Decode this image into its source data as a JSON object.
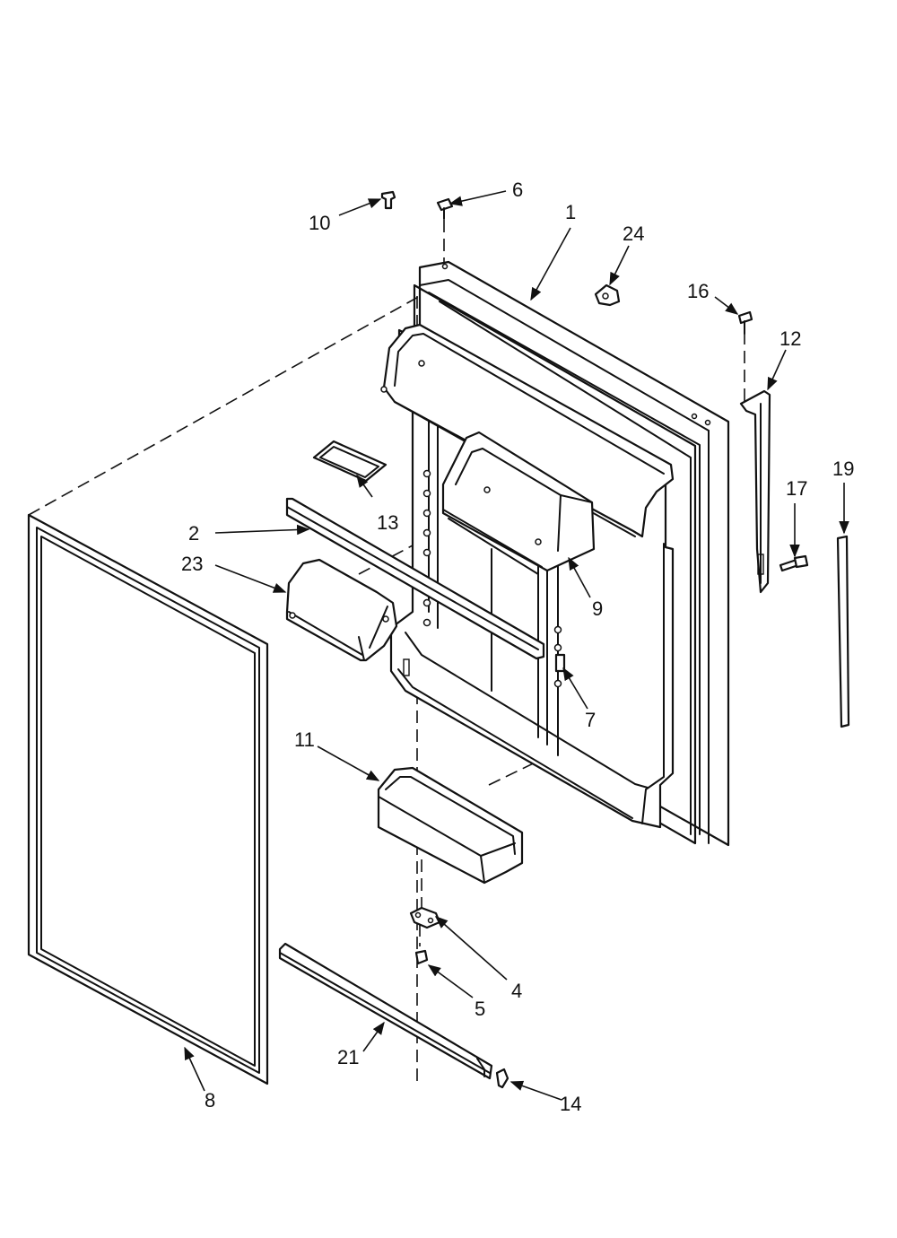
{
  "callouts": {
    "c1": "1",
    "c2": "2",
    "c4": "4",
    "c5": "5",
    "c6": "6",
    "c7": "7",
    "c8": "8",
    "c9": "9",
    "c10": "10",
    "c11": "11",
    "c12": "12",
    "c13": "13",
    "c14": "14",
    "c16": "16",
    "c17": "17",
    "c19": "19",
    "c21": "21",
    "c23": "23",
    "c24": "24"
  }
}
